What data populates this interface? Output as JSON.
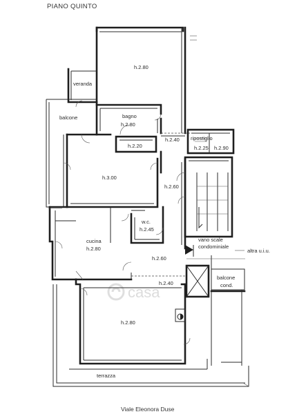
{
  "title": "PIANO QUINTO",
  "street": "Viale Eleonora Duse",
  "watermark": "casa",
  "rooms": {
    "top_room_height": "h.2.80",
    "veranda": "veranda",
    "balcone": "balcone",
    "bagno": "bagno",
    "bagno_height": "h.2.80",
    "small_height": "h.2.20",
    "corridor_height": "h.2.40",
    "ripostiglio": "ripostiglio",
    "ripostiglio_height_a": "h.2.25",
    "ripostiglio_height_b": "h.2.90",
    "living_height": "h.3.00",
    "hall_height": "h.2.60",
    "wc": "w.c.",
    "wc_height": "h.2.45",
    "cucina": "cucina",
    "cucina_height": "h.2.80",
    "lower_hall_height": "h.2.60",
    "vano_scale_1": "vano scale",
    "vano_scale_2": "condominiale",
    "altra_uiu": "altra u.i.u.",
    "balcone_cond_1": "balcone",
    "balcone_cond_2": "cond.",
    "bottom_corridor_height": "h.2.40",
    "bottom_room_height": "h.2.80",
    "terrazza": "terrazza"
  }
}
